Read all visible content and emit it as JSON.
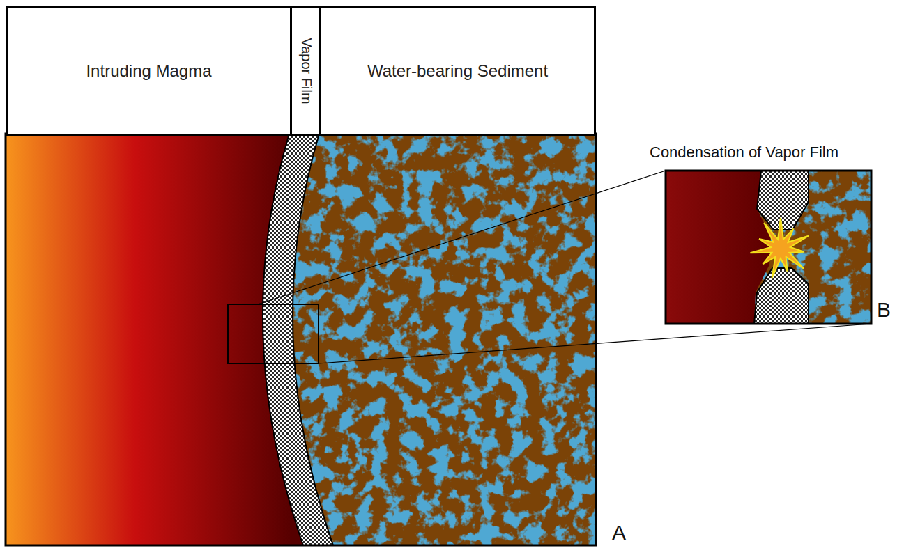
{
  "diagram": {
    "nodes": [
      {
        "text": [
          "Intruding Magma"
        ]
      },
      {
        "text": [
          "Vapor Film"
        ]
      },
      {
        "text": [
          "Water-bearing Sediment"
        ]
      }
    ],
    "labels": [
      "Condensation of Vapor Film",
      "A",
      "B"
    ]
  }
}
